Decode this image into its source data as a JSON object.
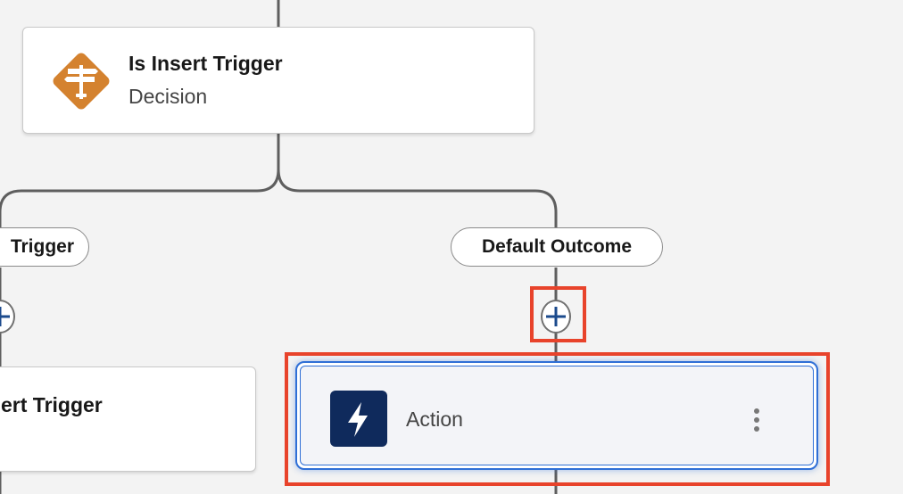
{
  "decision_node": {
    "title": "Is Insert Trigger",
    "type": "Decision",
    "icon": "decision-signpost-icon",
    "icon_color": "#d4822f"
  },
  "outcomes": [
    {
      "label": "Trigger"
    },
    {
      "label": "Default Outcome"
    }
  ],
  "left_branch_node": {
    "title": "ert Trigger"
  },
  "action_node": {
    "title": "Action",
    "icon": "lightning-bolt-icon",
    "icon_color": "#0f2a5c",
    "selected": true
  },
  "add_element_icon": "plus-icon",
  "highlight_color": "#e8432b"
}
